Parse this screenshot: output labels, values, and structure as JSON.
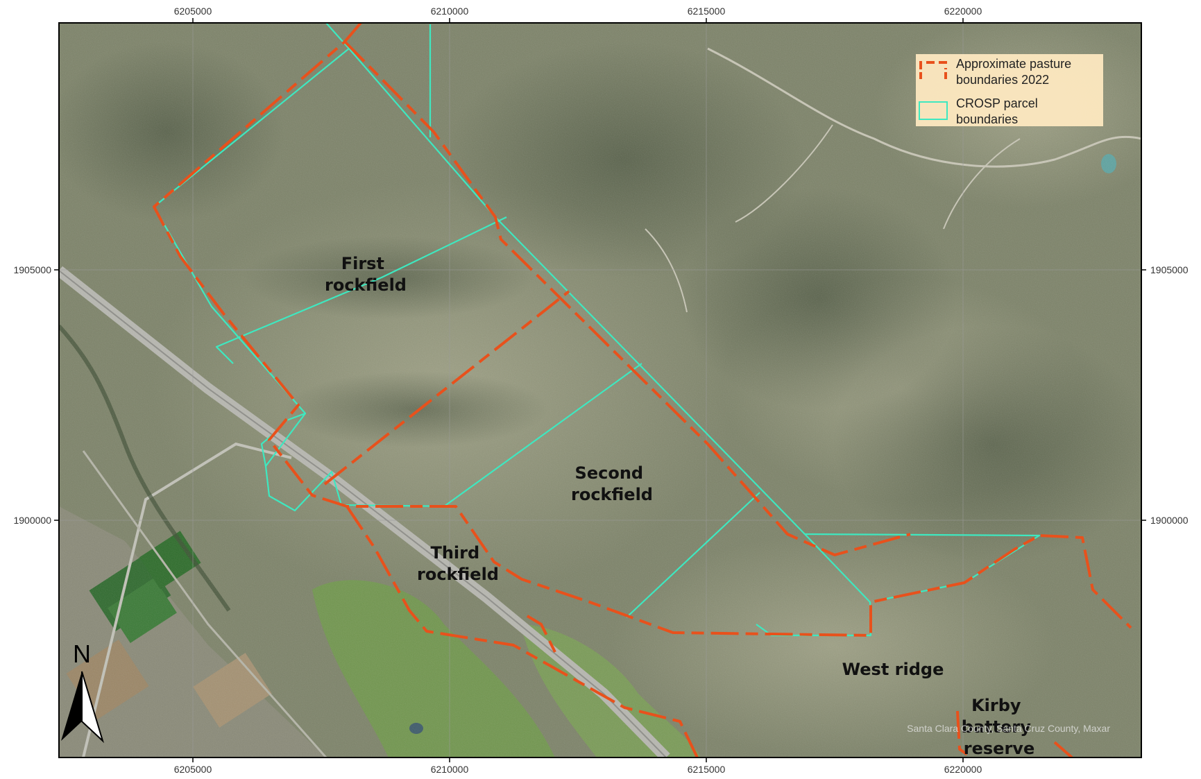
{
  "map": {
    "x_ticks": [
      "6205000",
      "6210000",
      "6215000",
      "6220000"
    ],
    "y_ticks": [
      "1905000",
      "1900000"
    ],
    "labels": {
      "first_rockfield": [
        "First",
        "rockfield"
      ],
      "second_rockfield": [
        "Second",
        "rockfield"
      ],
      "third_rockfield": [
        "Third",
        "rockfield"
      ],
      "west_ridge": "West ridge",
      "kirby": [
        "Kirby",
        "battery",
        "reserve"
      ]
    },
    "legend": {
      "pasture": [
        "Approximate pasture",
        "boundaries 2022"
      ],
      "parcel": [
        "CROSP parcel",
        "boundaries"
      ]
    },
    "attribution": "Santa Clara County, Santa Cruz County, Maxar",
    "north_label": "N",
    "colors": {
      "pasture_boundary": "#e8511c",
      "parcel_boundary": "#3ee8c0",
      "legend_background": "#fde8c0",
      "terrain": "#7c8268"
    },
    "icons": [
      "north-arrow-icon"
    ]
  }
}
